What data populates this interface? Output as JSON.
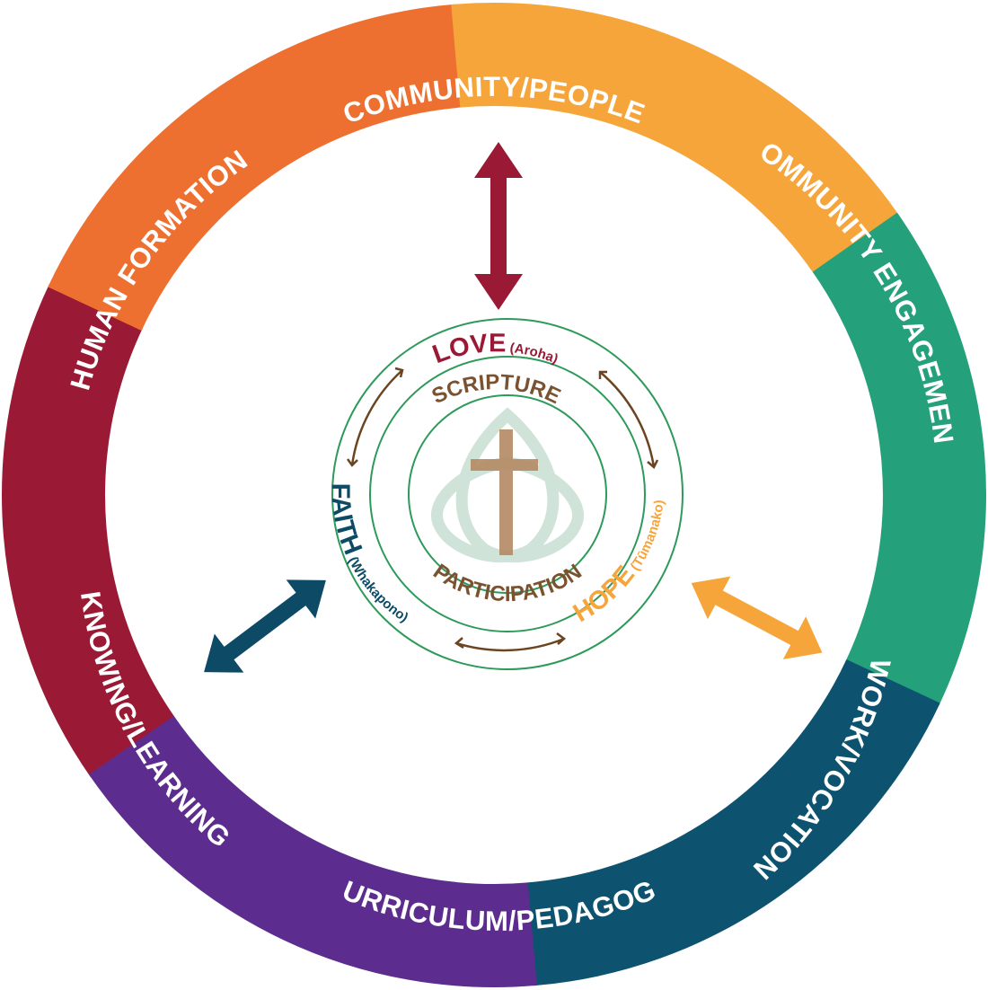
{
  "outer_ring": {
    "segments": [
      {
        "label": "COMMUNITY/PEOPLE",
        "color": "#9a1a35"
      },
      {
        "label": "COMMUNITY ENGAGEMENT",
        "color": "#ee7030"
      },
      {
        "label": "WORK/VOCATION",
        "color": "#f6a53a"
      },
      {
        "label": "CURRICULUM/PEDAGOGY",
        "color": "#24a07a"
      },
      {
        "label": "KNOWING/LEARNING",
        "color": "#0d5370"
      },
      {
        "label": "HUMAN FORMATION",
        "color": "#5c2c8e"
      }
    ]
  },
  "connector_arrows": {
    "top_color": "#9a1a35",
    "left_color": "#0d4a66",
    "right_color": "#f6a53a"
  },
  "virtues": {
    "love": {
      "label": "LOVE",
      "sub": "(Aroha)",
      "color": "#9a1a35"
    },
    "faith": {
      "label": "FAITH",
      "sub": "(Whakapono)",
      "color": "#0d4a66"
    },
    "hope": {
      "label": "HOPE",
      "sub": "(Tūmanako)",
      "color": "#f6a53a"
    }
  },
  "pillars": {
    "top": "SCRIPTURE",
    "bottom": "PARTICIPATION",
    "color": "#7a5230"
  },
  "emblem": {
    "cross_color": "#b48a64",
    "knot_color": "#cfe3d8",
    "ring_color": "#2e9a5a"
  }
}
